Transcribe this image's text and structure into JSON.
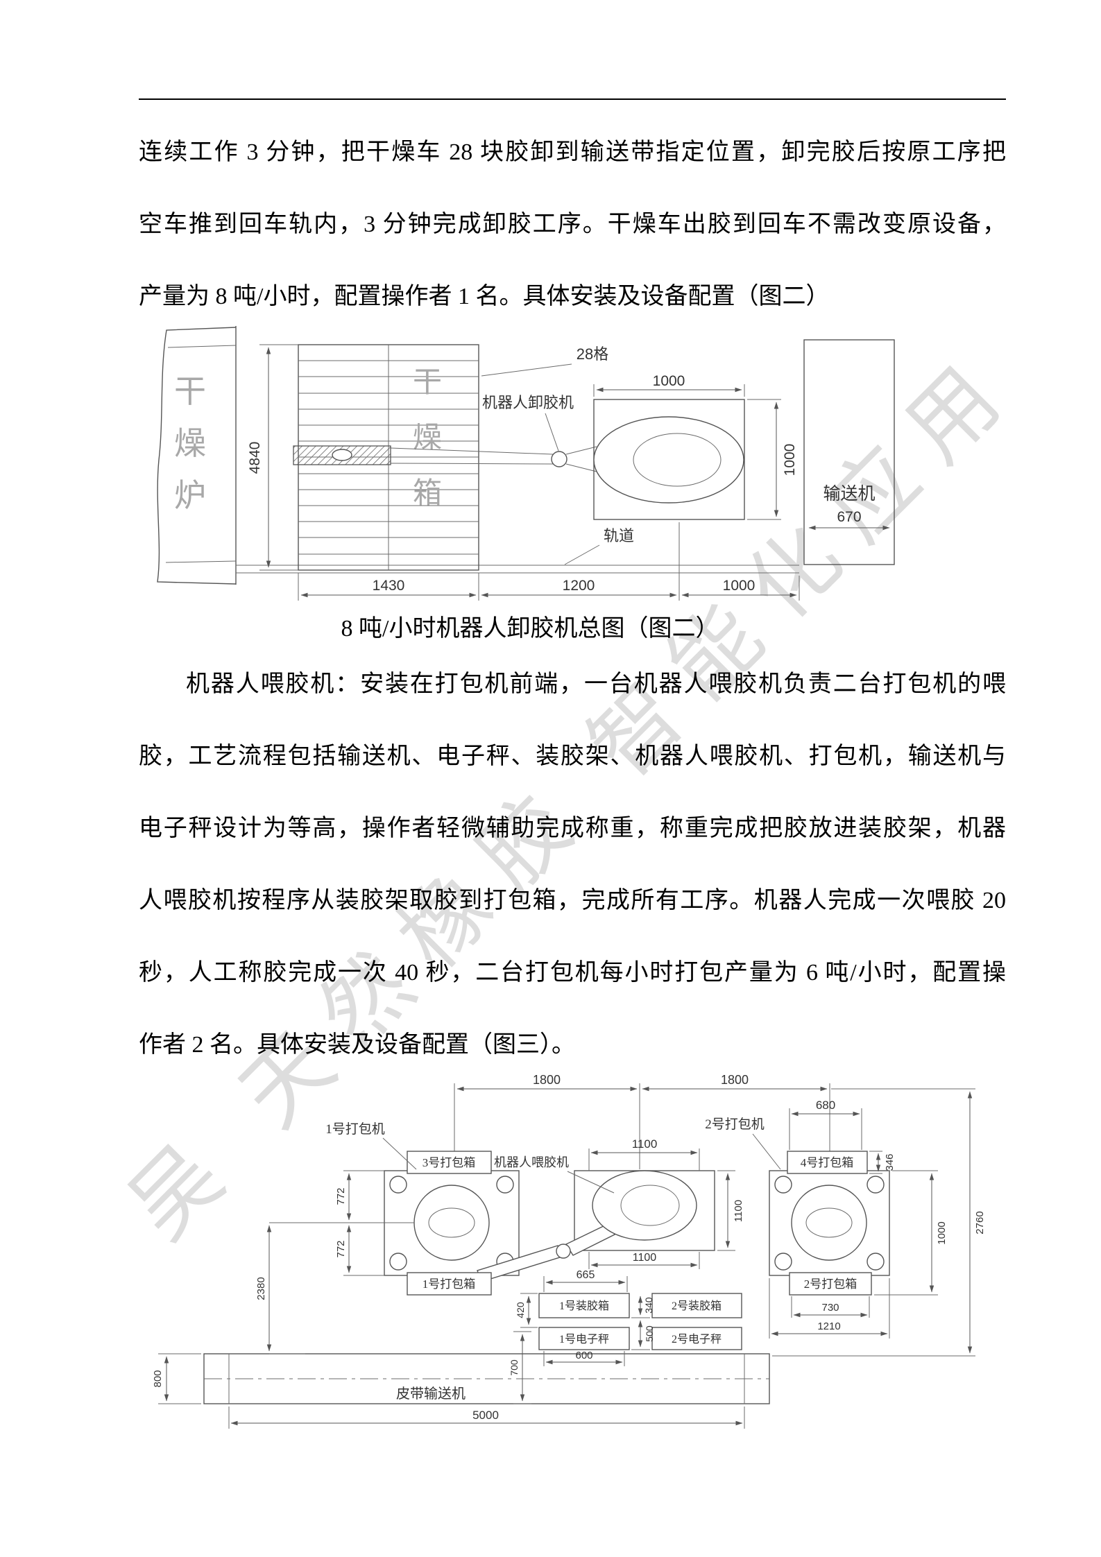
{
  "watermark": {
    "text": "吴 天然橡胶 智能化应用"
  },
  "colors": {
    "line": "#555555",
    "text": "#333333",
    "watermark": "#c3c3c3"
  },
  "para1": {
    "lines": [
      "连续工作 3 分钟，把干燥车 28 块胶卸到输送带指定位置，卸完胶后按原工序把",
      "空车推到回车轨内，3 分钟完成卸胶工序。干燥车出胶到回车不需改变原设备，",
      "产量为 8 吨/小时，配置操作者 1 名。具体安装及设备配置（图二）"
    ]
  },
  "figure2": {
    "caption": "8 吨/小时机器人卸胶机总图（图二）",
    "labels": {
      "furnace_chars": [
        "干",
        "燥",
        "炉"
      ],
      "box_chars": [
        "干",
        "燥",
        "箱"
      ],
      "cells": "28格",
      "robot": "机器人卸胶机",
      "rail": "轨道",
      "conveyor": "输送机"
    },
    "dims": {
      "box_height": "4840",
      "base_width": "1000",
      "base_height": "1000",
      "conveyor_width": "670",
      "bottom_seg1": "1430",
      "bottom_seg2": "1200",
      "bottom_seg3": "1000"
    }
  },
  "para2": {
    "lines": [
      "机器人喂胶机：安装在打包机前端，一台机器人喂胶机负责二台打包机的喂",
      "胶，工艺流程包括输送机、电子秤、装胶架、机器人喂胶机、打包机，输送机与",
      "电子秤设计为等高，操作者轻微辅助完成称重，称重完成把胶放进装胶架，机器",
      "人喂胶机按程序从装胶架取胶到打包箱，完成所有工序。机器人完成一次喂胶 20",
      "秒，人工称胶完成一次 40 秒，二台打包机每小时打包产量为 6 吨/小时，配置操",
      "作者 2 名。具体安装及设备配置（图三）。"
    ]
  },
  "figure3": {
    "labels": {
      "press1": "1号打包机",
      "press2": "2号打包机",
      "feeder": "机器人喂胶机",
      "pack_box1": "1号打包箱",
      "pack_box2": "2号打包箱",
      "pack_box3": "3号打包箱",
      "pack_box4": "4号打包箱",
      "load_box1": "1号装胶箱",
      "load_box2": "2号装胶箱",
      "scale1": "1号电子秤",
      "scale2": "2号电子秤",
      "belt": "皮带输送机"
    },
    "dims": {
      "top_left_1800": "1800",
      "top_right_1800": "1800",
      "w680": "680",
      "w1100_top": "1100",
      "h346": "346",
      "h772_upper": "772",
      "h772_lower": "772",
      "h1100_right": "1100",
      "h1000": "1000",
      "h2760": "2760",
      "h2380": "2380",
      "w1100_bottom": "1100",
      "w665": "665",
      "h340": "340",
      "h420": "420",
      "h500": "500",
      "h700": "700",
      "w600": "600",
      "w730": "730",
      "w1210": "1210",
      "h800": "800",
      "w5000": "5000"
    }
  }
}
